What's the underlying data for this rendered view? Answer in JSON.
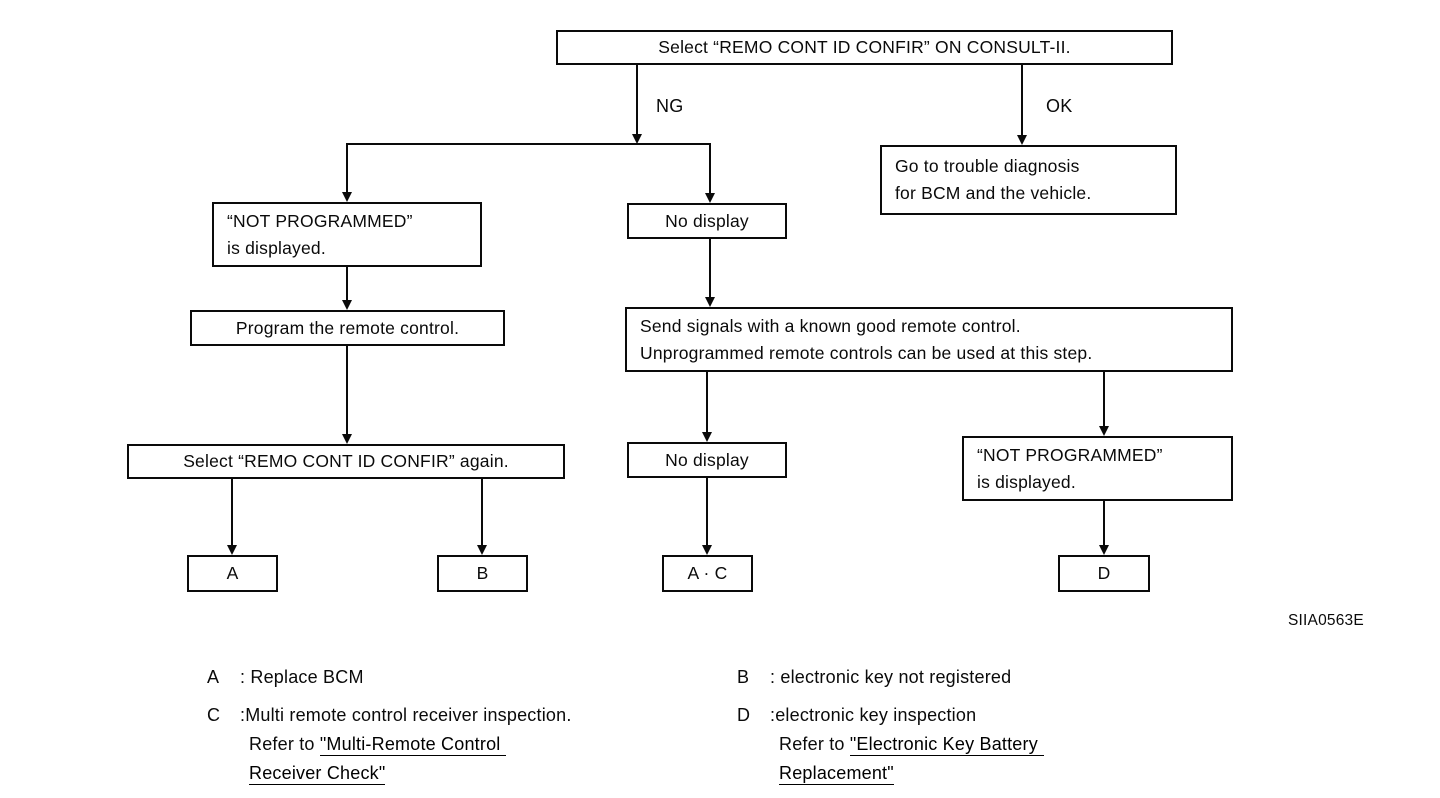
{
  "figure_code": "SIIA0563E",
  "flowchart": {
    "start": "Select “REMO CONT ID CONFIR” ON CONSULT-II.",
    "branch_ng": "NG",
    "branch_ok": "OK",
    "ok_result": "Go to trouble diagnosis\nfor BCM and the vehicle.",
    "not_programmed_left": "“NOT PROGRAMMED”\nis displayed.",
    "no_display_1": "No display",
    "program_remote": "Program the remote control.",
    "send_signals": "Send signals with a known good remote control.\nUnprogrammed remote controls can be used at this step.",
    "select_again": "Select “REMO CONT ID CONFIR” again.",
    "no_display_2": "No display",
    "not_programmed_right": "“NOT PROGRAMMED”\nis displayed.",
    "result_a": "A",
    "result_b": "B",
    "result_ac": "A · C",
    "result_d": "D"
  },
  "legend": {
    "a": {
      "letter": "A",
      "text": ": Replace BCM"
    },
    "b": {
      "letter": "B",
      "text": ": electronic key not registered"
    },
    "c": {
      "letter": "C",
      "text": ":Multi remote control receiver inspection.",
      "refer": "Refer to ",
      "link1": "\"Multi-Remote Control",
      "link2": "Receiver Check\""
    },
    "d": {
      "letter": "D",
      "text": ":electronic key inspection",
      "refer": "Refer to ",
      "link1": "\"Electronic Key Battery",
      "link2": "Replacement\""
    }
  }
}
